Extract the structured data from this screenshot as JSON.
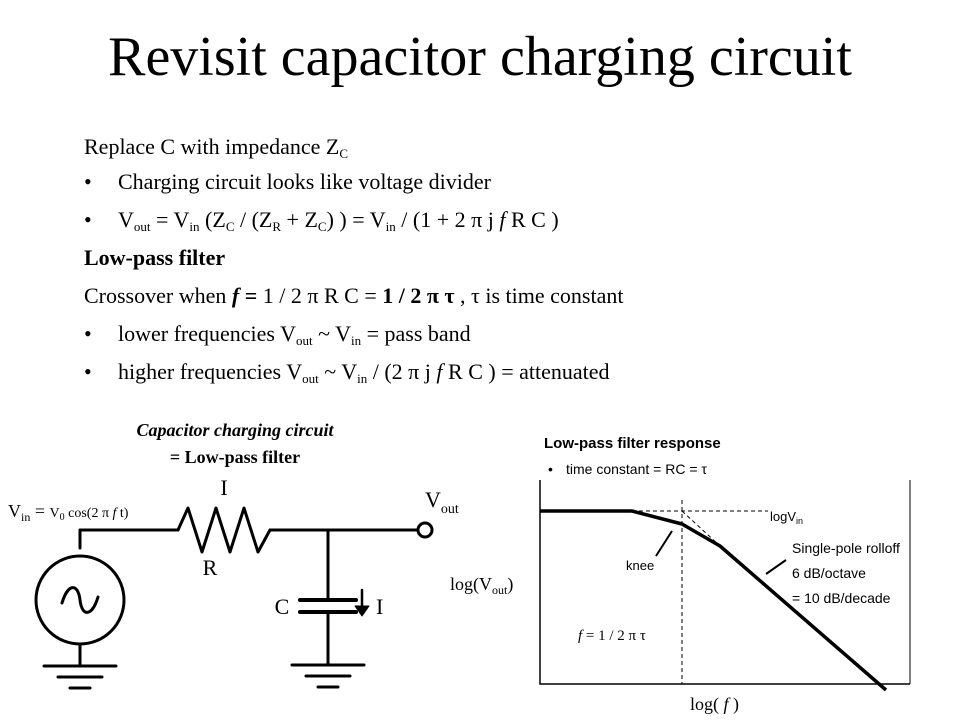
{
  "slide": {
    "title": "Revisit capacitor charging circuit"
  },
  "body": {
    "replace_line": {
      "text": "Replace C with impedance Z",
      "sub": "C"
    },
    "bullet_voltage_divider": "Charging circuit looks like voltage divider",
    "bullet_vout": {
      "p1": "V",
      "s1": "out",
      "p2": " = V",
      "s2": "in",
      "p3": " (Z",
      "s3": "C",
      "p4": " / (Z",
      "s4": "R",
      "p5": " + Z",
      "s5": "C",
      "p6": ") ) = V",
      "s6": "in",
      "p7": " / (1 + 2 π j ",
      "f": "f",
      "p8": "  R C )"
    },
    "low_pass_heading": "Low-pass filter",
    "crossover": {
      "p1": "Crossover when ",
      "f": "f",
      "eq": " = ",
      "p2": "1 / 2 π R C = ",
      "bold2": "1 / 2 π τ",
      "p3": " ,  τ is time constant"
    },
    "bullet_lower": {
      "p1": "lower frequencies V",
      "s1": "out",
      "p2": " ~ V",
      "s2": "in",
      "p3": " = pass band"
    },
    "bullet_higher": {
      "p1": "higher frequencies V",
      "s1": "out",
      "p2": " ~ V",
      "s2": "in",
      "p3": " / (2 π j ",
      "f": "f",
      "p4": "  R C ) = attenuated"
    }
  },
  "circuit": {
    "caption_line1": "Capacitor charging circuit",
    "caption_line2": "= Low-pass filter",
    "vin_label": {
      "p1": "V",
      "s1": "in",
      "p2": " = ",
      "p3": "V",
      "s3": "0",
      "p4": " cos(2 π ",
      "f": "f",
      "p5": " t)"
    },
    "current_top": "I",
    "resistor_label": "R",
    "vout_label": {
      "p1": "V",
      "s1": "out"
    },
    "cap_label": "C",
    "current_cap": "I"
  },
  "response": {
    "heading": "Low-pass filter response",
    "bullet_time_constant": "time constant = RC = τ",
    "y_axis_label": {
      "p1": "log(V",
      "s1": "out",
      "p2": ")"
    },
    "x_axis_label": {
      "p1": "log( ",
      "f": "f",
      "p2": " )"
    },
    "logvin_label": {
      "p1": "logV",
      "s1": "in"
    },
    "knee_label": "knee",
    "rolloff_line1": "Single-pole rolloff",
    "rolloff_line2": "6 dB/octave",
    "rolloff_line3": "= 10 dB/decade",
    "cutoff_label": {
      "f": "f",
      "p1": " = 1 / 2 π τ"
    }
  }
}
